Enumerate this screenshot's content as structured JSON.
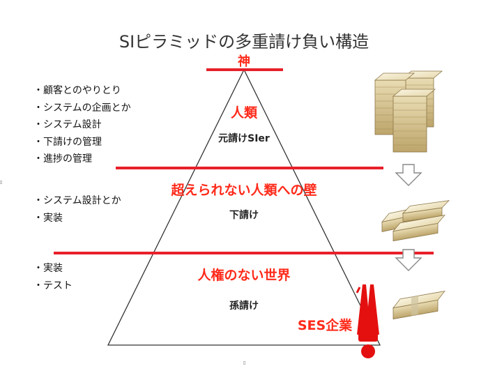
{
  "title": "SIピラミッドの多重請け負い構造",
  "top_label": "神",
  "tiers": [
    {
      "name": "元請けSIer",
      "caption": "人類",
      "tasks": [
        "・顧客とのやりとり",
        "・システムの企画とか",
        "・システム設計",
        "・下請けの管理",
        "・進捗の管理"
      ]
    },
    {
      "name": "下請け",
      "caption": "超えられない人類への壁",
      "tasks": [
        "・システム設計とか",
        "・実装"
      ]
    },
    {
      "name": "孫請け",
      "caption": "人権のない世界",
      "tasks": [
        "・実装",
        "・テスト"
      ]
    }
  ],
  "ses_label": "SES企業",
  "colors": {
    "accent": "#ff2a1a",
    "line": "#e8202a",
    "stroke": "#333333",
    "arrow": "#888888",
    "figure": "#e41010"
  }
}
